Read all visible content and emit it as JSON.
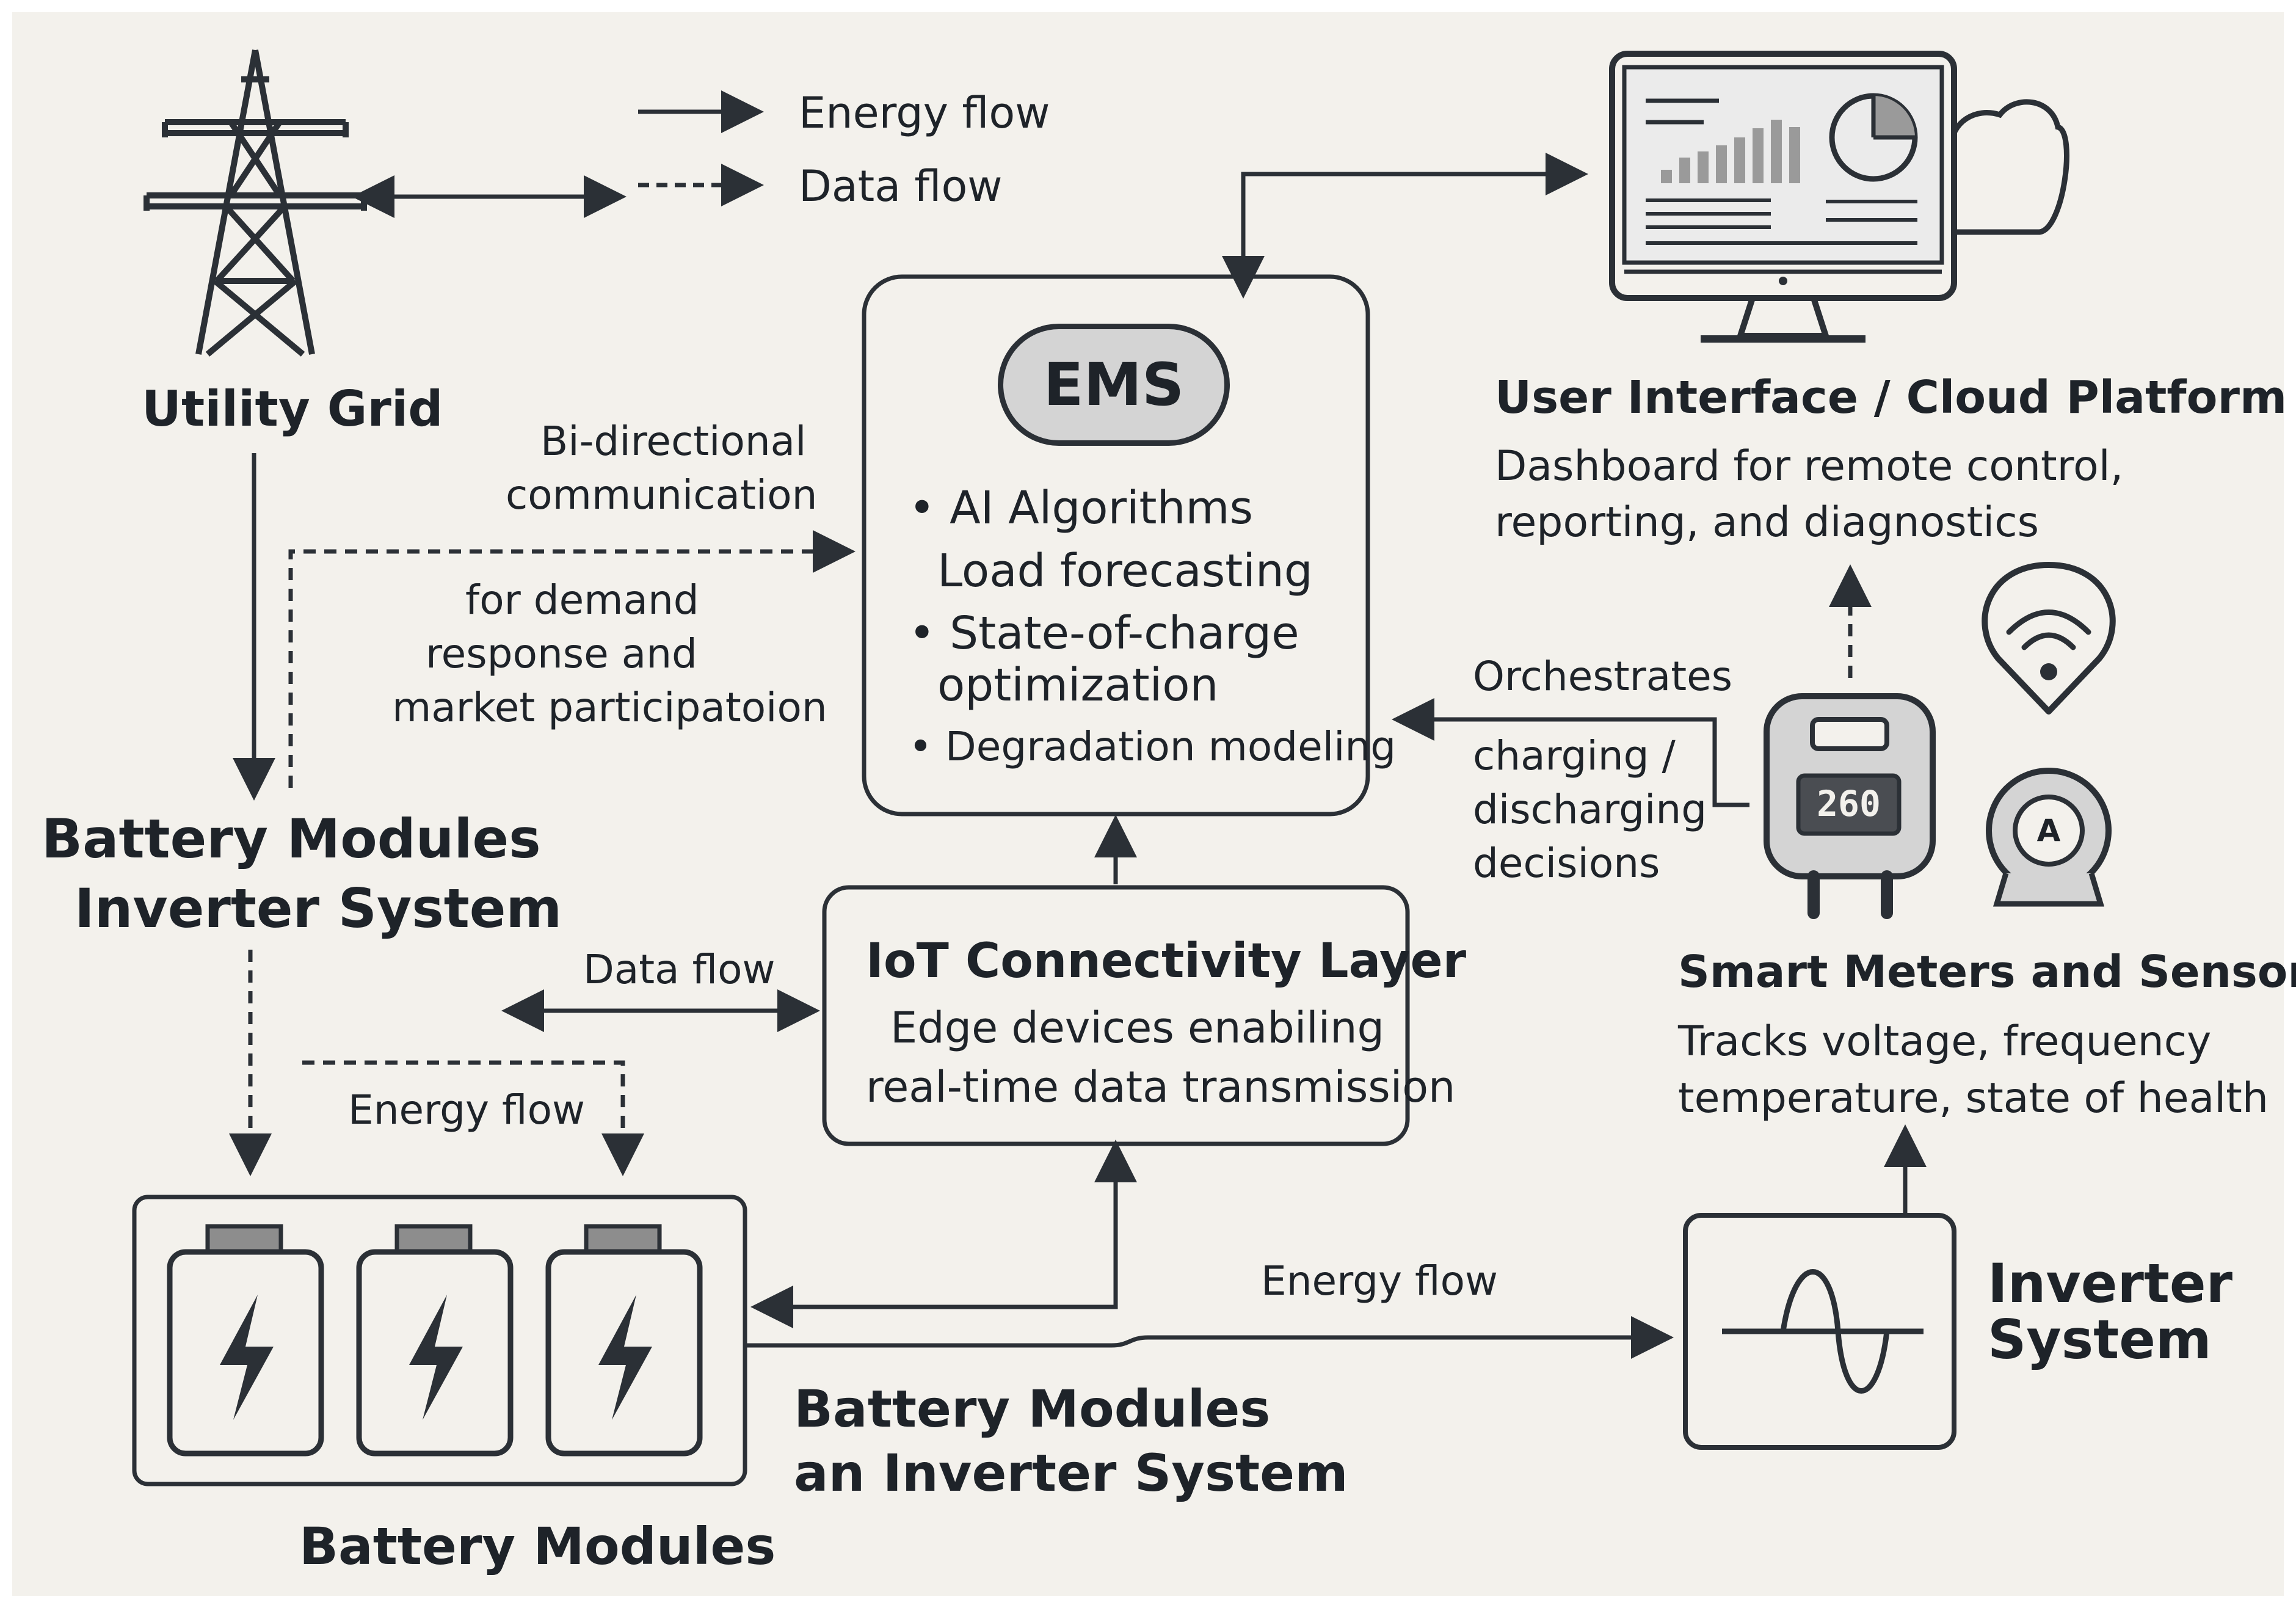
{
  "legend": {
    "energy_flow": "Energy flow",
    "data_flow": "Data flow"
  },
  "utility_grid": {
    "label": "Utility Grid"
  },
  "grid_link": {
    "line1": "Bi-directional",
    "line2": "communication",
    "line3": "for demand",
    "line4": "response and",
    "line5": "market participatoion"
  },
  "left_block": {
    "line1": "Battery Modules",
    "line2": "Inverter System"
  },
  "ems": {
    "title": "EMS",
    "bullets": [
      {
        "text": "AI Algorithms",
        "bulleted": true
      },
      {
        "text": "Load forecasting",
        "bulleted": false
      },
      {
        "text": "State-of-charge",
        "bulleted": true
      },
      {
        "text": "optimization",
        "bulleted": false
      },
      {
        "text": "Degradation modeling",
        "bulleted": true
      }
    ]
  },
  "cloud": {
    "title": "User Interface / Cloud Platform",
    "desc1": "Dashboard for remote control,",
    "desc2": "reporting, and diagnostics"
  },
  "orchestration": {
    "line1": "Orchestrates",
    "line2": "charging /",
    "line3": "discharging",
    "line4": "decisions"
  },
  "smart_meters": {
    "display": "260",
    "sensor_letter": "A",
    "title": "Smart Meters and Sensors",
    "desc1": "Tracks voltage, frequency",
    "desc2": "temperature, state of health"
  },
  "iot": {
    "title": "IoT Connectivity Layer",
    "desc1": "Edge devices enabiling",
    "desc2": "real-time data transmission",
    "data_flow": "Data flow"
  },
  "battery_area": {
    "energy_flow": "Energy flow",
    "label": "Battery Modules"
  },
  "bottom_link": {
    "energy_flow": "Energy flow",
    "line1": "Battery Modules",
    "line2": "an Inverter System"
  },
  "inverter": {
    "line1": "Inverter",
    "line2": "System"
  },
  "colors": {
    "background": "#f3f1ec",
    "stroke": "#2b3036",
    "fill_gray": "#d4d4d4"
  }
}
